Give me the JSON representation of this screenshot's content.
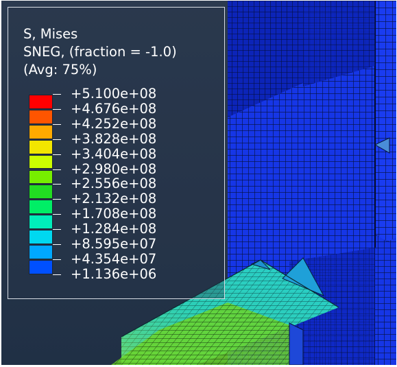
{
  "colors": {
    "background_top": "#2b3a4f",
    "background_bottom": "#203045",
    "legend_border": "#d9dee6",
    "legend_text": "#ffffff",
    "mesh_lines": "#000000",
    "column_mesh": "#1030e0",
    "plate_mesh": "#22c8c8",
    "beam_mesh": "#5cd020"
  },
  "legend": {
    "title_line1": "S, Mises",
    "title_line2": "SNEG, (fraction = -1.0)",
    "title_line3": "(Avg: 75%)",
    "ticks": [
      "+5.100e+08",
      "+4.676e+08",
      "+4.252e+08",
      "+3.828e+08",
      "+3.404e+08",
      "+2.980e+08",
      "+2.556e+08",
      "+2.132e+08",
      "+1.708e+08",
      "+1.284e+08",
      "+8.595e+07",
      "+4.354e+07",
      "+1.136e+06"
    ],
    "band_colors": [
      "#ff0000",
      "#ff5500",
      "#ffaa00",
      "#f2e600",
      "#ccff00",
      "#77ee00",
      "#22dd22",
      "#00ee66",
      "#00eebb",
      "#00d8f0",
      "#00a8ff",
      "#0050ff"
    ]
  }
}
